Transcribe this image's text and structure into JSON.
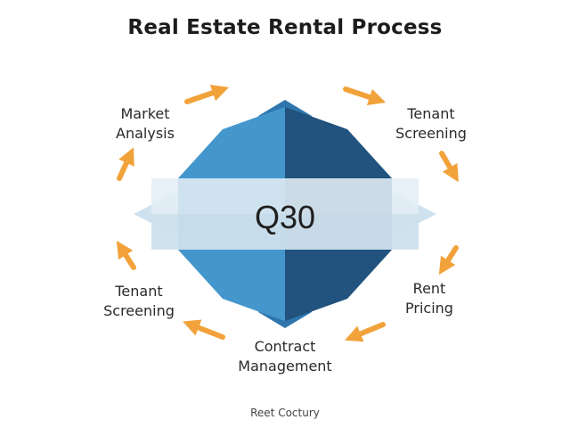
{
  "title": "Real Estate Rental Process",
  "center_label": "Q30",
  "steps": [
    {
      "line1": "Market",
      "line2": "Analysis"
    },
    {
      "line1": "Tenant",
      "line2": "Screening"
    },
    {
      "line1": "Rent",
      "line2": "Pricing"
    },
    {
      "line1": "Contract",
      "line2": "Management"
    },
    {
      "line1": "Tenant",
      "line2": "Screening"
    }
  ],
  "footer": "Reet Coctury",
  "colors": {
    "arrow": "#f2a23a",
    "shape_light": "#3d8fc4",
    "shape_dark": "#245a86",
    "band": "#cfe1ee"
  }
}
